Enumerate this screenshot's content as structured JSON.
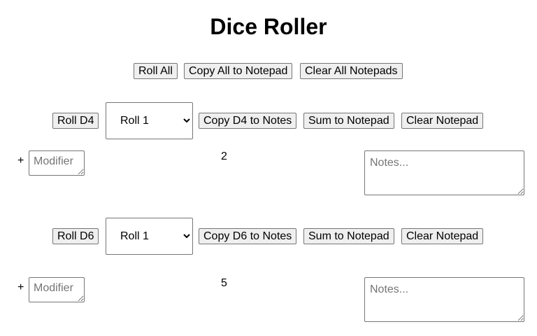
{
  "page": {
    "title": "Dice Roller"
  },
  "toolbar": {
    "roll_all": "Roll All",
    "copy_all": "Copy All to Notepad",
    "clear_all": "Clear All Notepads"
  },
  "dice": [
    {
      "roll_label": "Roll D4",
      "select_value": "Roll 1",
      "select_options": [
        "Roll 1"
      ],
      "copy_label": "Copy D4 to Notes",
      "sum_label": "Sum to Notepad",
      "clear_label": "Clear Notepad",
      "plus": "+",
      "modifier_placeholder": "Modifier",
      "result": "2",
      "notes_placeholder": "Notes..."
    },
    {
      "roll_label": "Roll D6",
      "select_value": "Roll 1",
      "select_options": [
        "Roll 1"
      ],
      "copy_label": "Copy D6 to Notes",
      "sum_label": "Sum to Notepad",
      "clear_label": "Clear Notepad",
      "plus": "+",
      "modifier_placeholder": "Modifier",
      "result": "5",
      "notes_placeholder": "Notes..."
    }
  ]
}
